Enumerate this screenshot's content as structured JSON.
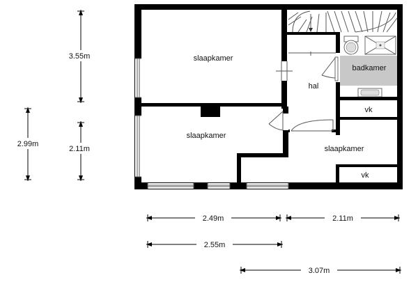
{
  "rooms": {
    "bedroom_top": "slaapkamer",
    "bedroom_middle": "slaapkamer",
    "bedroom_right": "slaapkamer",
    "hall": "hal",
    "bathroom": "badkamer",
    "closet_top": "vk",
    "closet_bottom": "vk"
  },
  "dimensions": {
    "vertical_top": "3.55m",
    "vertical_middle": "2.11m",
    "vertical_left": "2.99m",
    "horizontal_left": "2.49m",
    "horizontal_right": "2.11m",
    "horizontal_middle": "2.55m",
    "horizontal_bottom": "3.07m"
  },
  "colors": {
    "wall": "#000000",
    "bathroom_fill": "#c8c8c8",
    "background": "#ffffff"
  }
}
